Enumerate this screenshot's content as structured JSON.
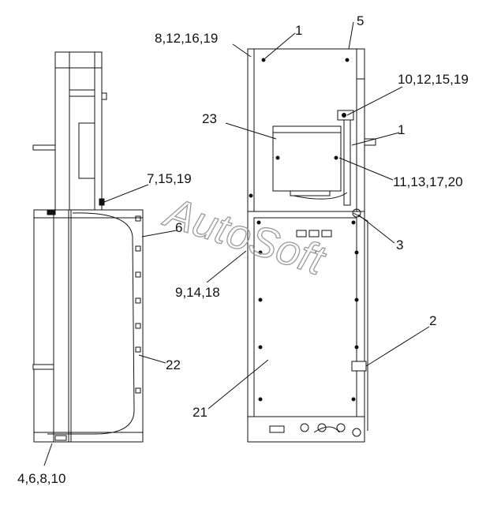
{
  "callouts": {
    "c1": "8,12,16,19",
    "c2": "1",
    "c3": "5",
    "c4": "10,12,15,19",
    "c5": "23",
    "c6": "1",
    "c7": "11,13,17,20",
    "c8": "7,15,19",
    "c9": "6",
    "c10": "3",
    "c11": "9,14,18",
    "c12": "2",
    "c13": "22",
    "c14": "21",
    "c15": "4,6,8,10"
  },
  "watermark": {
    "text": "AutoSoft"
  },
  "colors": {
    "line": "#111111",
    "fill": "#ffffff",
    "shade": "#e6e6e6",
    "watermark": "#9a9a9a"
  }
}
